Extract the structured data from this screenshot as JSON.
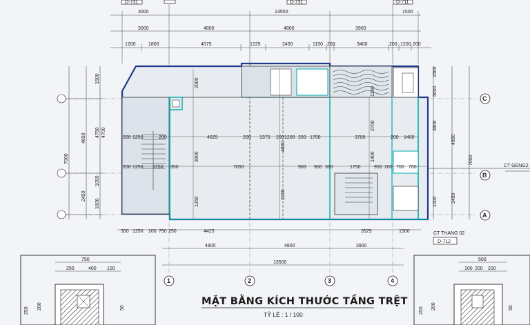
{
  "drawing": {
    "title": "MẶT BẰNG KÍCH THƯỚC TẦNG TRỆT",
    "scale_label": "TỶ LỆ : 1 / 100",
    "section_tags": {
      "top_left": "D-731",
      "top_mid": "D-731",
      "top_right": "D-711",
      "right_cut": "CT GENG2",
      "bottom_right_note": "CT THANG 02",
      "bottom_right_ref": "D-712"
    },
    "column_axes": [
      "1",
      "2",
      "3",
      "4"
    ],
    "row_axes": [
      "C",
      "B",
      "A"
    ],
    "top_dims": {
      "row1": [
        "3000",
        "13500",
        "1500"
      ],
      "row2": [
        "3000",
        "4800",
        "4800",
        "3900"
      ],
      "row3": [
        "1200",
        "1800",
        "4575",
        "1225",
        "2450",
        "1150",
        "200",
        "3400",
        "200",
        "1200",
        "200"
      ]
    },
    "bottom_dims": {
      "row1": [
        "300",
        "1250",
        "200",
        "750",
        "250",
        "4425",
        "3525",
        "1500"
      ],
      "row2": [
        "4800",
        "4800",
        "3900"
      ],
      "row3": [
        "13500"
      ]
    },
    "interior_dims": {
      "row_c": [
        "200",
        "1250",
        "200",
        "4025",
        "200",
        "1375",
        "200",
        "1200",
        "200",
        "1700",
        "3700",
        "200",
        "1400"
      ],
      "row_b": [
        "200",
        "1250",
        "1250",
        "350",
        "7050",
        "900",
        "900",
        "300",
        "1750",
        "950",
        "200",
        "700",
        "700"
      ],
      "verticals": [
        "2000",
        "3900",
        "4600",
        "2700",
        "1150",
        "1250",
        "2150",
        "1400",
        "4700"
      ]
    },
    "left_dims": [
      "1500",
      "4650",
      "4750",
      "7000",
      "1050",
      "2450",
      "1600"
    ],
    "right_dims": [
      "1500",
      "5000",
      "4650",
      "3800",
      "7000",
      "2450",
      "1000"
    ],
    "detail_left": {
      "top": "750",
      "sub": [
        "250",
        "400",
        "100"
      ],
      "side": [
        "250",
        "200",
        "50"
      ]
    },
    "detail_right": {
      "top": "500",
      "sub": [
        "100",
        "200",
        "200"
      ],
      "side": [
        "250",
        "200",
        "50"
      ]
    }
  }
}
